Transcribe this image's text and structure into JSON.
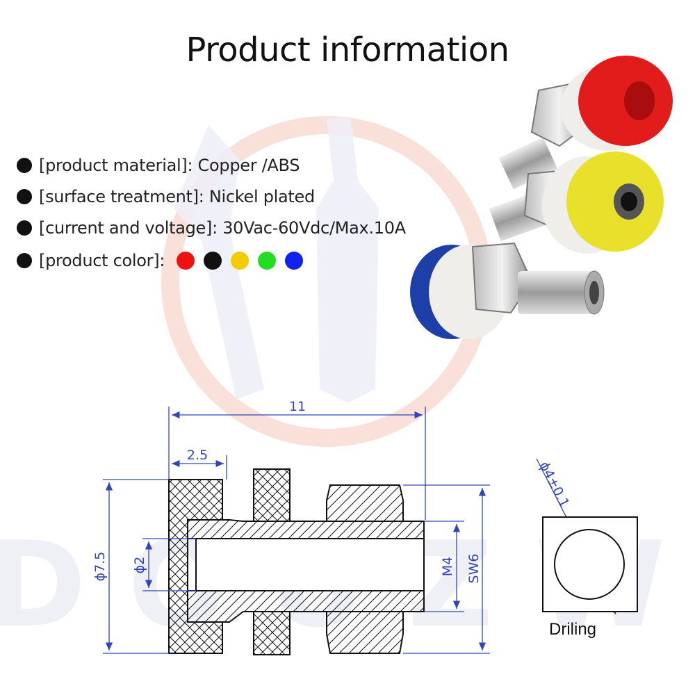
{
  "title": "Product information",
  "specs": [
    {
      "label": "[product material]",
      "value": ": Copper /ABS"
    },
    {
      "label": "[surface treatment]",
      "value": ": Nickel plated"
    },
    {
      "label": "[current and voltage]",
      "value": ": 30Vac-60Vdc/Max.10A"
    },
    {
      "label": "[product color]",
      "value": ":"
    }
  ],
  "colors": [
    {
      "name": "red",
      "hex": "#ee1111"
    },
    {
      "name": "black",
      "hex": "#111111"
    },
    {
      "name": "yellow",
      "hex": "#f2cc00"
    },
    {
      "name": "green",
      "hex": "#22dd22"
    },
    {
      "name": "blue",
      "hex": "#1122ee"
    }
  ],
  "drawing": {
    "dim_length": "11",
    "dim_flange": "2.5",
    "dim_outer_dia": "ϕ7.5",
    "dim_bore": "ϕ2",
    "dim_thread": "M4",
    "dim_nut": "SW6",
    "dim_hole": "ϕ4±0.1",
    "hole_caption": "Driling"
  },
  "watermark_text": "DOUZW"
}
